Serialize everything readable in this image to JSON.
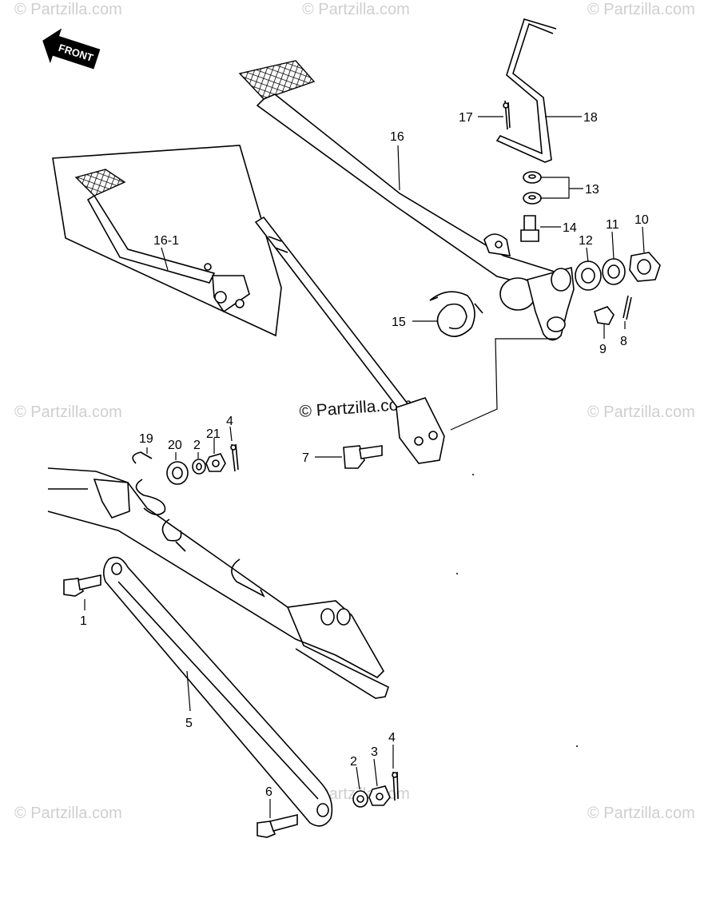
{
  "diagram": {
    "front_label": "FRONT",
    "watermark": "© Partzilla.com",
    "part_labels": {
      "p1": "1",
      "p2a": "2",
      "p2b": "2",
      "p3": "3",
      "p4a": "4",
      "p4b": "4",
      "p5": "5",
      "p6": "6",
      "p7": "7",
      "p8": "8",
      "p9": "9",
      "p10": "10",
      "p11": "11",
      "p12": "12",
      "p13": "13",
      "p14": "14",
      "p15": "15",
      "p16": "16",
      "p16_1": "16-1",
      "p17": "17",
      "p18": "18",
      "p19": "19",
      "p20": "20",
      "p21": "21"
    }
  }
}
